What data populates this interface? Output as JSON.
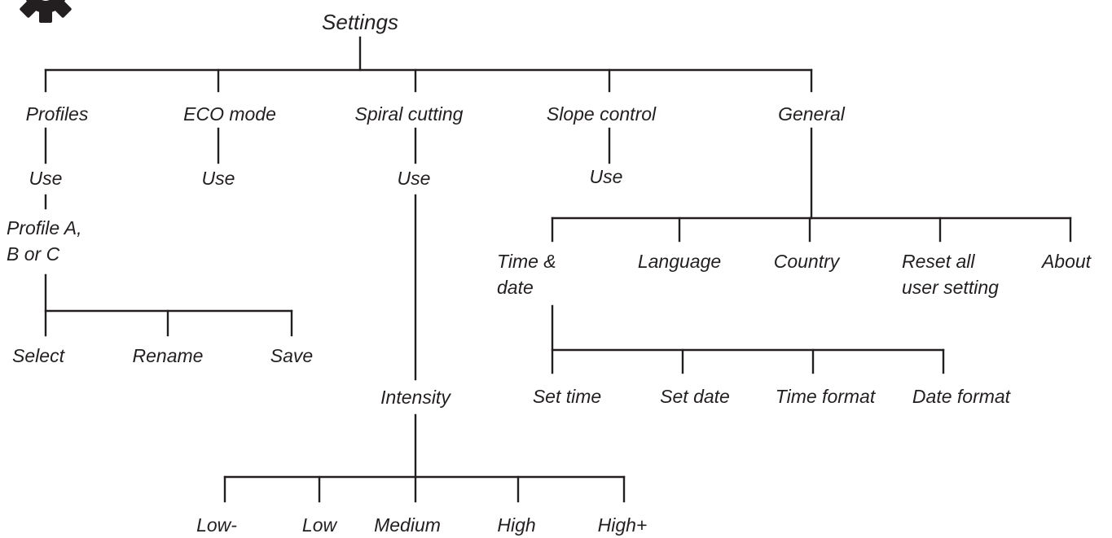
{
  "icon": "gear-icon",
  "colors": {
    "ink": "#231f20",
    "background": "#ffffff"
  },
  "root": "Settings",
  "branches": {
    "profiles": {
      "label": "Profiles",
      "use": "Use",
      "choice": "Profile A,\nB or C",
      "actions": [
        "Select",
        "Rename",
        "Save"
      ]
    },
    "eco": {
      "label": "ECO mode",
      "use": "Use"
    },
    "spiral": {
      "label": "Spiral cutting",
      "use": "Use",
      "intensity": "Intensity",
      "levels": [
        "Low-",
        "Low",
        "Medium",
        "High",
        "High+"
      ]
    },
    "slope": {
      "label": "Slope control",
      "use": "Use"
    },
    "general": {
      "label": "General",
      "items": [
        "Time &\ndate",
        "Language",
        "Country",
        "Reset all\nuser setting",
        "About"
      ],
      "time_items": [
        "Set time",
        "Set date",
        "Time format",
        "Date format"
      ]
    }
  }
}
